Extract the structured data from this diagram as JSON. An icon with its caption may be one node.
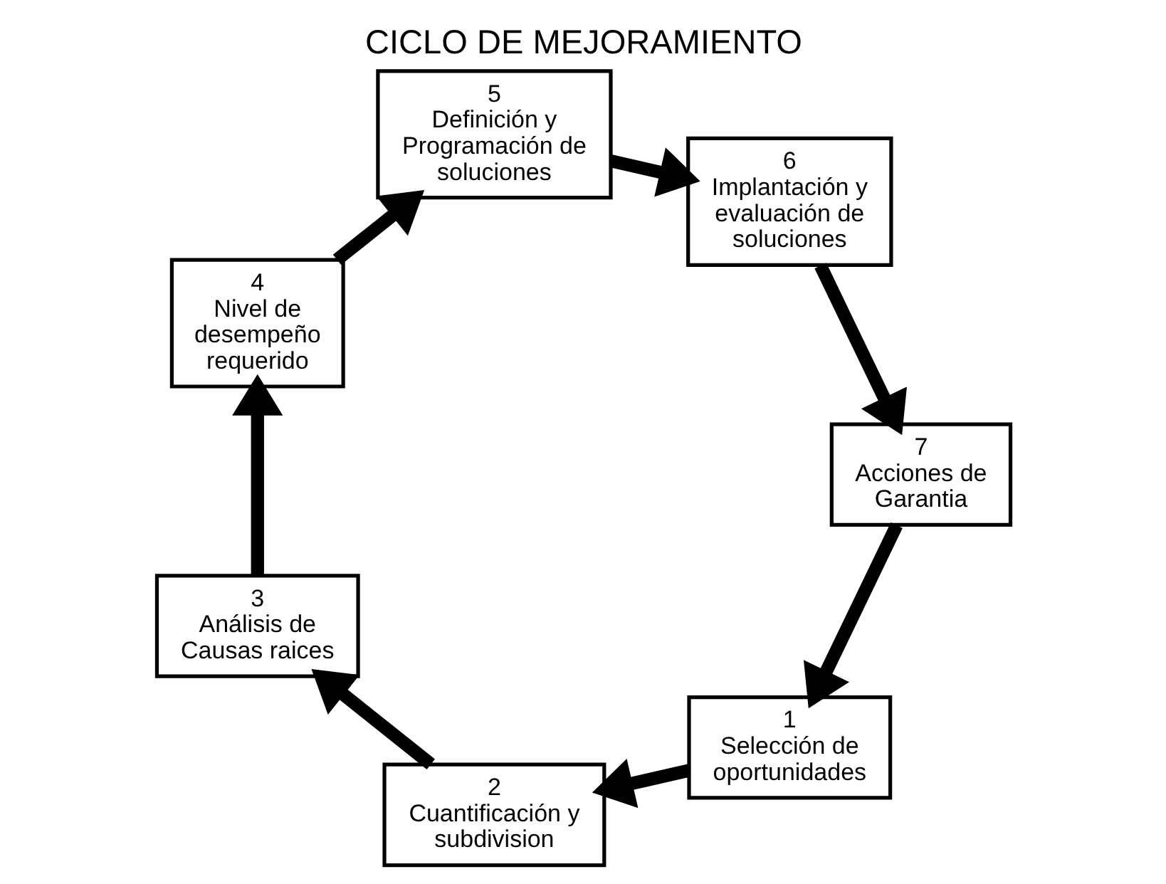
{
  "diagram": {
    "title": "CICLO DE MEJORAMIENTO",
    "nodes": [
      {
        "text": [
          "1",
          "Selección de oportunidades"
        ]
      },
      {
        "text": [
          "2",
          "Cuantificación y subdivision"
        ]
      },
      {
        "text": [
          "3",
          "Análisis de Causas raices"
        ]
      },
      {
        "text": [
          "4",
          "Nivel de desempeño requerido"
        ]
      },
      {
        "text": [
          "5",
          "Definición y Programación de soluciones"
        ]
      },
      {
        "text": [
          "6",
          "Implantación y evaluación de soluciones"
        ]
      },
      {
        "text": [
          "7",
          "Acciones de Garantia"
        ]
      }
    ],
    "edges": [
      {
        "from": 0,
        "to": 1,
        "arrow": "to"
      },
      {
        "from": 1,
        "to": 2,
        "arrow": "to"
      },
      {
        "from": 2,
        "to": 3,
        "arrow": "to"
      },
      {
        "from": 3,
        "to": 4,
        "arrow": "to"
      },
      {
        "from": 4,
        "to": 5,
        "arrow": "to"
      },
      {
        "from": 5,
        "to": 6,
        "arrow": "to"
      },
      {
        "from": 6,
        "to": 0,
        "arrow": "to"
      }
    ]
  }
}
